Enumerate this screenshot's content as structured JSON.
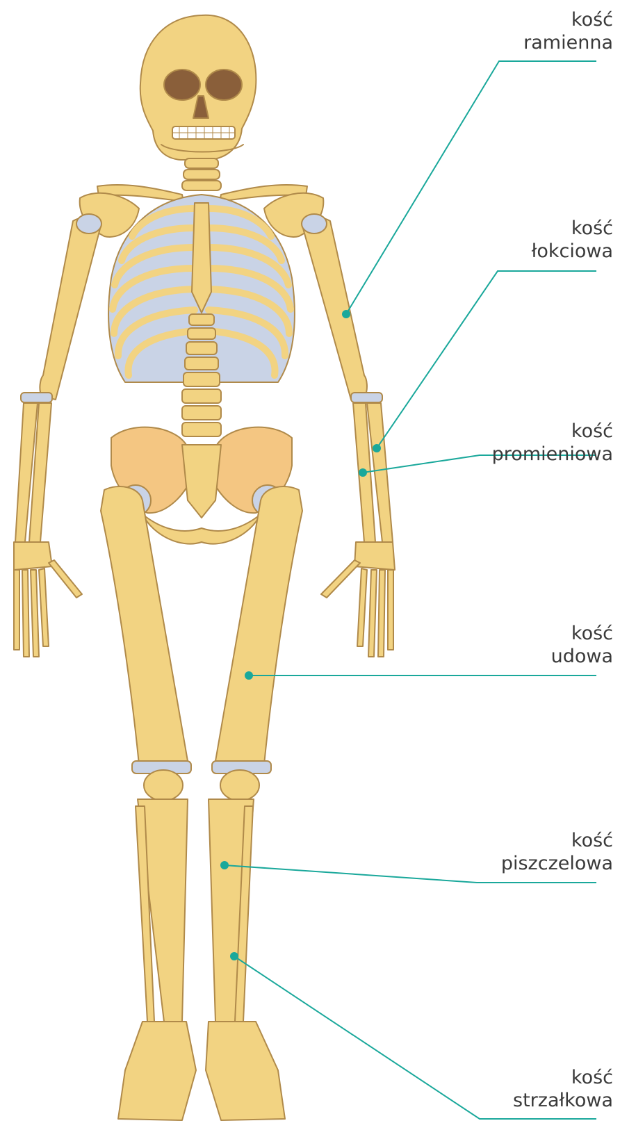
{
  "colors": {
    "bone": "#f2d382",
    "bone_light": "#f7e3a6",
    "bone_outline": "#b08a4a",
    "pelvis": "#f4c682",
    "cartilage": "#c9d3e6",
    "eye": "#8a5f3a",
    "leader_line": "#1aa89b",
    "text": "#3a3a3a"
  },
  "labels": [
    {
      "key": "humerus",
      "line1": "kość",
      "line2": "ramienna"
    },
    {
      "key": "ulna",
      "line1": "kość",
      "line2": "łokciowa"
    },
    {
      "key": "radius",
      "line1": "kość",
      "line2": "promieniowa"
    },
    {
      "key": "femur",
      "line1": "kość",
      "line2": "udowa"
    },
    {
      "key": "tibia",
      "line1": "kość",
      "line2": "piszczelowa"
    },
    {
      "key": "fibula",
      "line1": "kość",
      "line2": "strzałkowa"
    }
  ]
}
